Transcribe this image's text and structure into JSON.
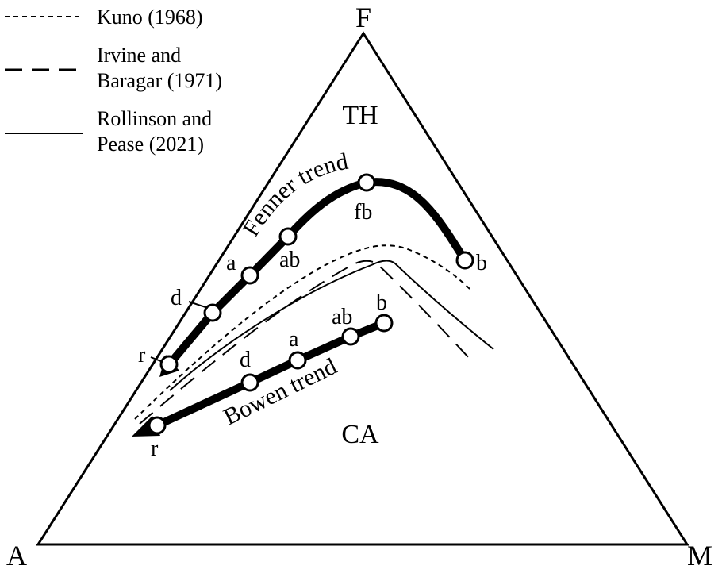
{
  "vertices": {
    "top": "F",
    "left": "A",
    "right": "M"
  },
  "regions": {
    "upper": "TH",
    "lower": "CA"
  },
  "legend": [
    {
      "text_lines": [
        "Kuno (1968)"
      ],
      "style": "dotted"
    },
    {
      "text_lines": [
        "Irvine and",
        "Baragar (1971)"
      ],
      "style": "dashed"
    },
    {
      "text_lines": [
        "Rollinson and",
        "Pease (2021)"
      ],
      "style": "solid"
    }
  ],
  "trends": {
    "fenner": {
      "label": "Fenner trend",
      "points": [
        "b",
        "fb",
        "ab",
        "a",
        "d",
        "r"
      ]
    },
    "bowen": {
      "label": "Bowen trend",
      "points": [
        "b",
        "ab",
        "a",
        "d",
        "r"
      ]
    }
  },
  "colors": {
    "ink": "#000000",
    "paper": "#ffffff"
  }
}
